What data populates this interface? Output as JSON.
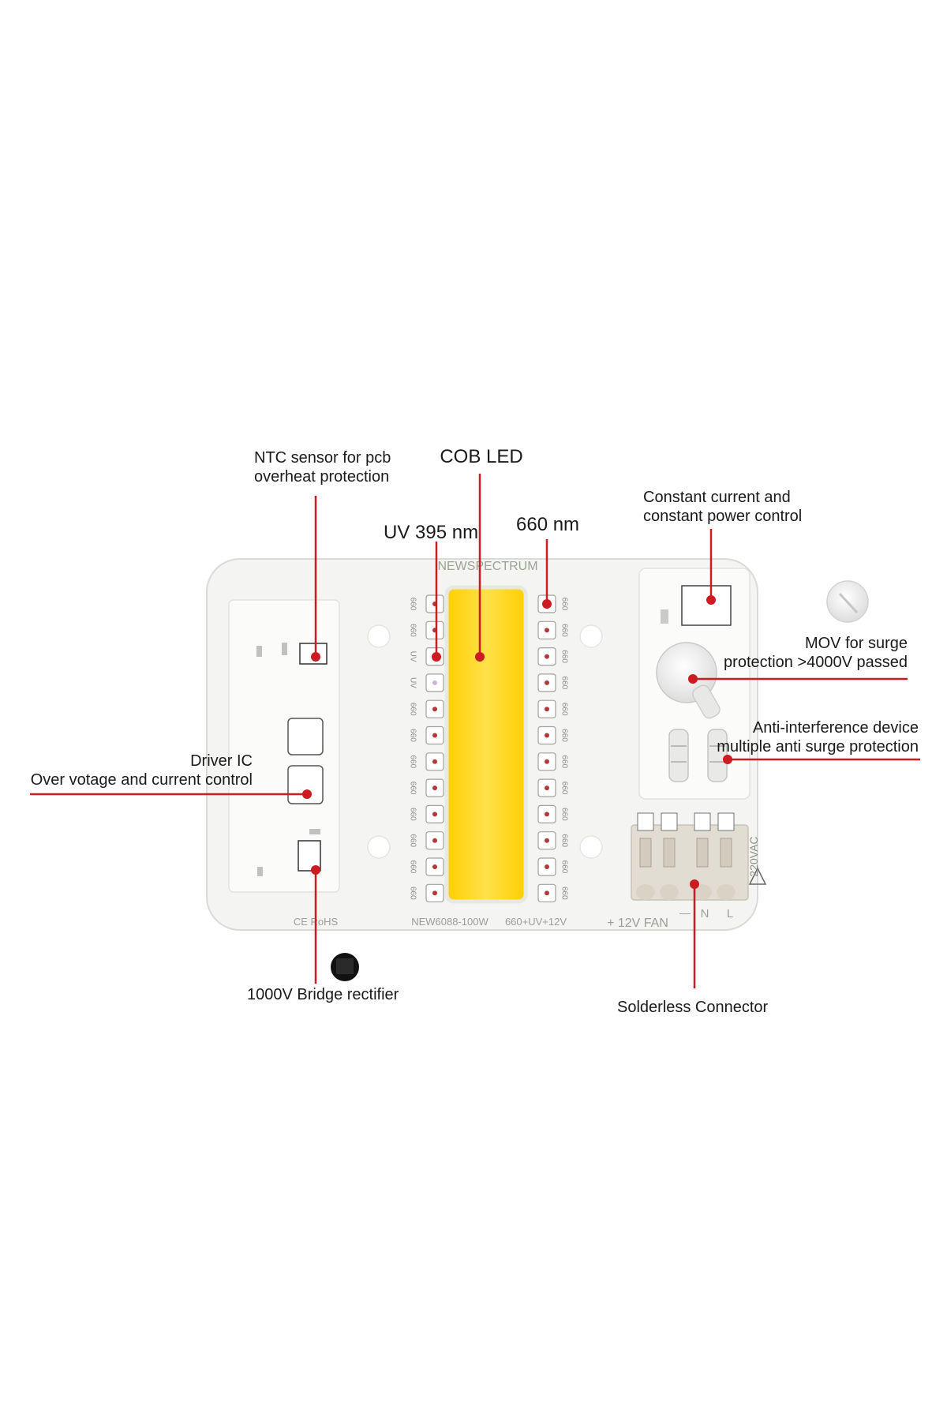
{
  "board": {
    "brand": "NEWSPECTRUM",
    "model": "NEW6088-100W",
    "spec": "660+UV+12V",
    "cert": "CE RoHS",
    "fan": "+ 12V FAN",
    "voltage": "220VAC",
    "terminals": {
      "minus": "—",
      "n": "N",
      "l": "L"
    },
    "left_column_labels": [
      "660",
      "660",
      "UV",
      "UV",
      "660",
      "660",
      "660",
      "660",
      "660",
      "660",
      "660",
      "660"
    ],
    "right_column_labels": [
      "660",
      "660",
      "660",
      "660",
      "660",
      "660",
      "660",
      "660",
      "660",
      "660",
      "660",
      "660"
    ],
    "colors": {
      "pcb": "#f4f5f2",
      "cob": "#ffd400",
      "callout": "#cc1b22",
      "text": "#1a1a1a"
    }
  },
  "callouts": {
    "ntc": {
      "line1": "NTC sensor for pcb",
      "line2": "overheat protection"
    },
    "cob": {
      "line1": "COB LED"
    },
    "uv": {
      "line1": "UV 395 nm"
    },
    "nm660": {
      "line1": "660 nm"
    },
    "constant": {
      "line1": "Constant current and",
      "line2": "constant power control"
    },
    "mov": {
      "line1": "MOV for surge",
      "line2": "protection >4000V passed"
    },
    "anti": {
      "line1": "Anti-interference device",
      "line2": "multiple anti surge protection"
    },
    "driver": {
      "line1": "Driver IC",
      "line2": "Over votage and current control"
    },
    "bridge": {
      "line1": "1000V Bridge rectifier"
    },
    "connector": {
      "line1": "Solderless Connector"
    }
  }
}
